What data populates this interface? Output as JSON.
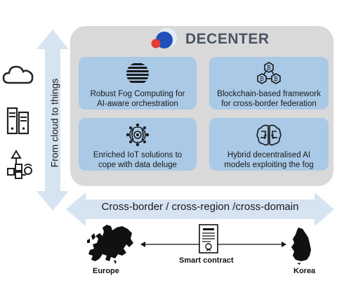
{
  "brand": {
    "name": "DECENTER",
    "logo_icon": "decenter-logo-icon"
  },
  "cards": [
    {
      "icon": "fog-computing-icon",
      "line1": "Robust Fog Computing for",
      "line2": "AI-aware  orchestration"
    },
    {
      "icon": "blockchain-icon",
      "line1": "Blockchain-based framework",
      "line2": "for cross-border federation"
    },
    {
      "icon": "iot-icon",
      "line1": "Enriched IoT solutions to",
      "line2": "cope with data deluge"
    },
    {
      "icon": "brain-ai-icon",
      "line1": "Hybrid decentralised AI",
      "line2": "models exploiting the fog"
    }
  ],
  "vertical_arrow": {
    "label": "From cloud to things"
  },
  "horizontal_arrow": {
    "label": "Cross-border / cross-region /cross-domain"
  },
  "left_icons": [
    "cloud-icon",
    "server-icon",
    "iot-devices-icon"
  ],
  "bottom": {
    "left_region": "Europe",
    "right_region": "Korea",
    "contract": "Smart contract"
  },
  "colors": {
    "card": "#a9c9e6",
    "panel": "#d9d9d9",
    "arrow": "#d6e4f2",
    "logo_red": "#e53935",
    "logo_blue": "#1f4fb8"
  }
}
